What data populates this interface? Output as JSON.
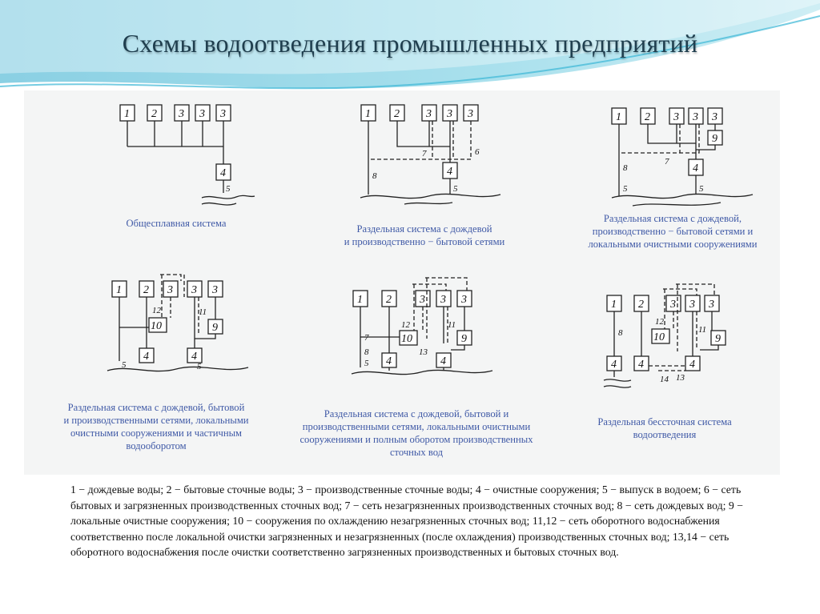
{
  "title": "Схемы водоотведения промышленных предприятий",
  "diagrams": [
    {
      "caption": "Общесплавная система",
      "boxes": [
        "1",
        "2",
        "3",
        "3",
        "3",
        "4"
      ],
      "labels": [
        "5"
      ]
    },
    {
      "caption": "Раздельная система с дождевой\nи производственно − бытовой сетями",
      "boxes": [
        "1",
        "2",
        "3",
        "3",
        "3",
        "4"
      ],
      "labels": [
        "7",
        "6",
        "8",
        "5"
      ]
    },
    {
      "caption": "Раздельная система с дождевой,\nпроизводственно − бытовой сетями и\nлокальными очистными сооружениями",
      "boxes": [
        "1",
        "2",
        "3",
        "3",
        "3",
        "9",
        "4"
      ],
      "labels": [
        "7",
        "8",
        "5",
        "5"
      ]
    },
    {
      "caption": "Раздельная система с дождевой, бытовой\nи производственными сетями, локальными\nочистными сооружениями и частичным\nводооборотом",
      "boxes": [
        "1",
        "2",
        "3",
        "3",
        "3",
        "10",
        "9",
        "4",
        "4"
      ],
      "labels": [
        "12",
        "11",
        "5",
        "5"
      ]
    },
    {
      "caption": "Раздельная система с дождевой, бытовой и\nпроизводственными сетями, локальными очистными\nсооружениями и полным оборотом производственных\nсточных вод",
      "boxes": [
        "1",
        "2",
        "3",
        "3",
        "3",
        "10",
        "9",
        "4",
        "4"
      ],
      "labels": [
        "7",
        "8",
        "5",
        "12",
        "11",
        "13"
      ]
    },
    {
      "caption": "Раздельная бессточная система\nводоотведения",
      "boxes": [
        "1",
        "2",
        "3",
        "3",
        "3",
        "10",
        "9",
        "4",
        "4",
        "4"
      ],
      "labels": [
        "8",
        "12",
        "11",
        "14",
        "13"
      ]
    }
  ],
  "legend": "1 − дождевые воды; 2 − бытовые сточные воды; 3 − производственные сточные воды; 4 − очистные сооружения; 5 − выпуск в водоем; 6 − сеть бытовых и загрязненных производственных сточных вод; 7 − сеть незагрязненных производственных сточных вод; 8 − сеть дождевых вод; 9 − локальные очистные сооружения; 10 − сооружения по охлаждению незагрязненных сточных вод; 11,12 − сеть оборотного водоснабжения соответственно после локальной очистки загрязненных и незагрязненных (после охлаждения) производственных сточных вод; 13,14 − сеть оборотного водоснабжения после очистки соответственно загрязненных производственных и бытовых сточных вод.",
  "colors": {
    "title": "#1f3e4e",
    "caption": "#3f59a6",
    "wave": "#5fc3dc"
  }
}
